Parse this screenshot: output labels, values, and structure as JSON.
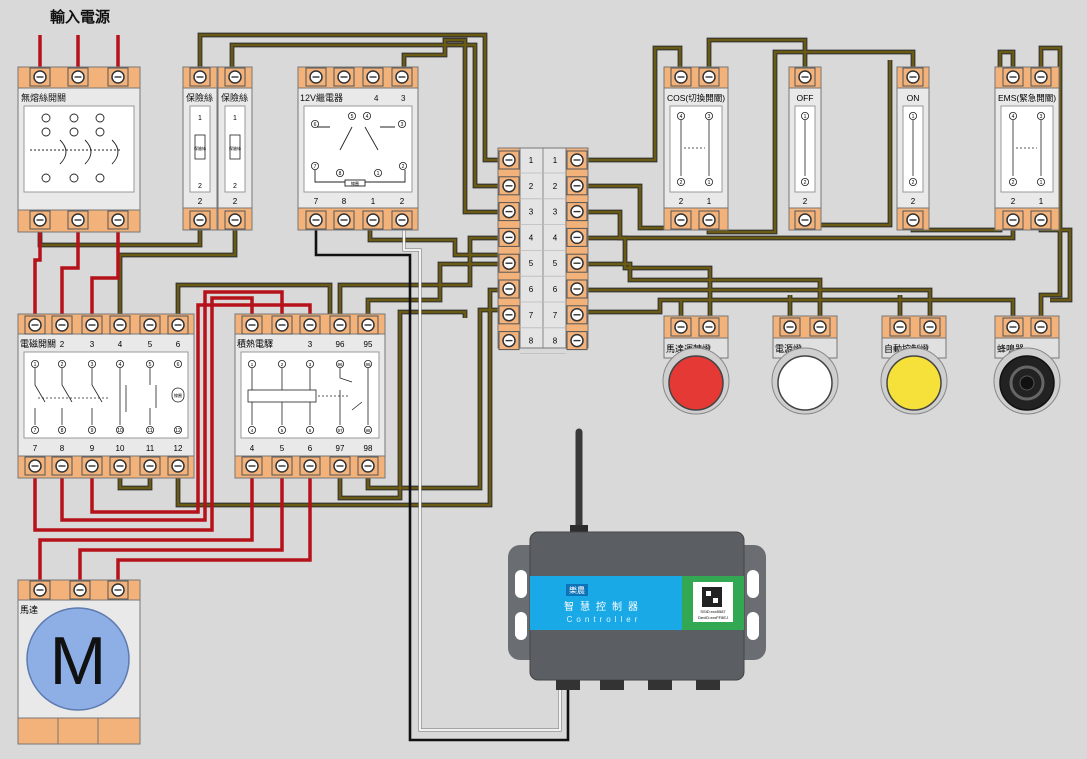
{
  "title": "輸入電源",
  "components": {
    "breaker": {
      "label": "無熔絲開關"
    },
    "fuse_left": {
      "label": "保險絲",
      "inner": "保險絲",
      "bottom_num": "2",
      "top_num": "1"
    },
    "fuse_right": {
      "label": "保險絲",
      "inner": "保險絲",
      "bottom_num": "2",
      "top_num": "1"
    },
    "relay": {
      "label": "12V繼電器",
      "top_nums": [
        "4",
        "3"
      ],
      "bottom_nums": [
        "7",
        "8",
        "1",
        "2"
      ],
      "coil": "線圈",
      "pins": [
        "6",
        "5",
        "4",
        "3",
        "7",
        "8",
        "1",
        "2"
      ]
    },
    "contactor": {
      "label": "電磁開關",
      "top_nums": [
        "2",
        "3",
        "4",
        "5",
        "6"
      ],
      "bottom_nums": [
        "7",
        "8",
        "9",
        "10",
        "11",
        "12"
      ],
      "coil": "線圈",
      "pins_top": [
        "1",
        "2",
        "3",
        "4",
        "5",
        "6"
      ],
      "pins_bottom": [
        "7",
        "8",
        "9",
        "10",
        "11",
        "12"
      ]
    },
    "thermal": {
      "label": "積熱電驛",
      "top_nums": [
        "3",
        "96",
        "95"
      ],
      "bottom_nums": [
        "4",
        "5",
        "6",
        "97",
        "98"
      ],
      "pins_top": [
        "1",
        "2",
        "3",
        "96",
        "95"
      ],
      "pins_bottom": [
        "4",
        "5",
        "6",
        "97",
        "98"
      ]
    },
    "motor": {
      "label": "馬達",
      "symbol": "M"
    },
    "terminal_block": {
      "rows": [
        "1",
        "2",
        "3",
        "4",
        "5",
        "6",
        "7",
        "8"
      ]
    },
    "switch_cos": {
      "label": "COS(切換開關)",
      "bottom_nums": [
        "2",
        "1"
      ],
      "pins": [
        "4",
        "3",
        "2",
        "1"
      ]
    },
    "switch_off": {
      "label": "OFF",
      "bottom_num": "2",
      "pins": [
        "1",
        "2"
      ]
    },
    "switch_on": {
      "label": "ON",
      "bottom_num": "2",
      "pins": [
        "1",
        "2"
      ]
    },
    "switch_ems": {
      "label": "EMS(緊急開關)",
      "bottom_nums": [
        "2",
        "1"
      ],
      "pins": [
        "4",
        "3",
        "2",
        "1"
      ]
    },
    "lamp_run": {
      "label": "馬達運轉燈",
      "color": "#e53935"
    },
    "lamp_power": {
      "label": "電源燈",
      "color": "#ffffff"
    },
    "lamp_auto": {
      "label": "自動控制燈",
      "color": "#f6e03a"
    },
    "buzzer": {
      "label": "蜂鳴器",
      "color": "#222222"
    },
    "controller": {
      "brand": "樂農",
      "name": "智慧控制器",
      "subtitle": "Controller",
      "qr_lines": [
        "SSID:xxx5587",
        "DevID:xxxFF8EJ"
      ]
    }
  },
  "colors": {
    "power_wire": "#b5121b",
    "control_wire": "#6b5a12",
    "terminal": "#f3b27a",
    "body": "#e9e9e9",
    "controller_body": "#5b5f64",
    "controller_band": "#19a9e6",
    "qr_band": "#33a853"
  }
}
